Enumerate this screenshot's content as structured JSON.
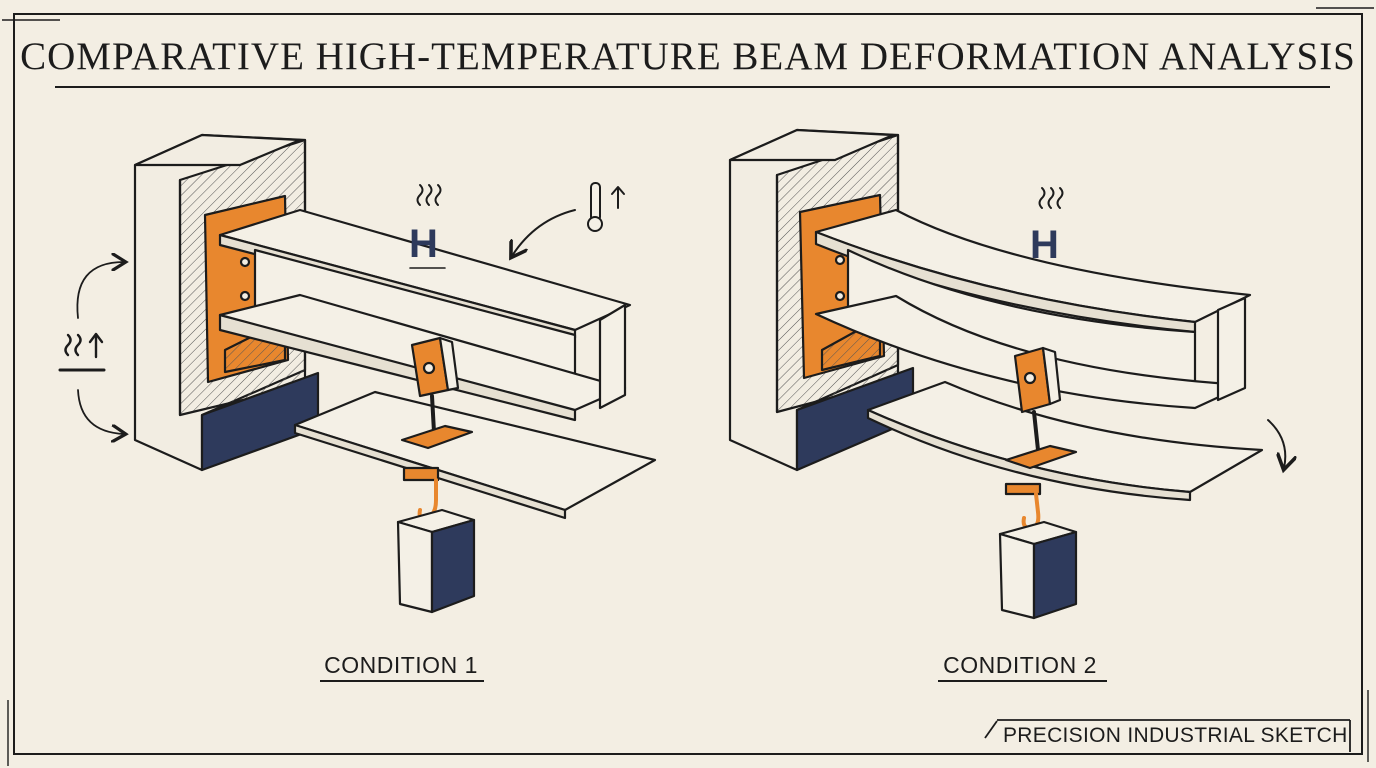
{
  "title": "COMPARATIVE HIGH-TEMPERATURE BEAM DEFORMATION ANALYSIS",
  "panels": [
    {
      "label": "CONDITION 1"
    },
    {
      "label": "CONDITION 2"
    }
  ],
  "footer": {
    "stamp": "PRECISION INDUSTRIAL SKETCH"
  },
  "colors": {
    "paper": "#f3eee3",
    "ink": "#1c1c1c",
    "accent_orange": "#e8872e",
    "base_navy": "#2e3a5c",
    "beam_fill": "#f4f0e6"
  },
  "icons": [
    "heat-waves-icon",
    "thermometer-icon",
    "heat-rising-icon",
    "deflection-arrow-icon",
    "hook-icon",
    "weight-block-icon"
  ]
}
